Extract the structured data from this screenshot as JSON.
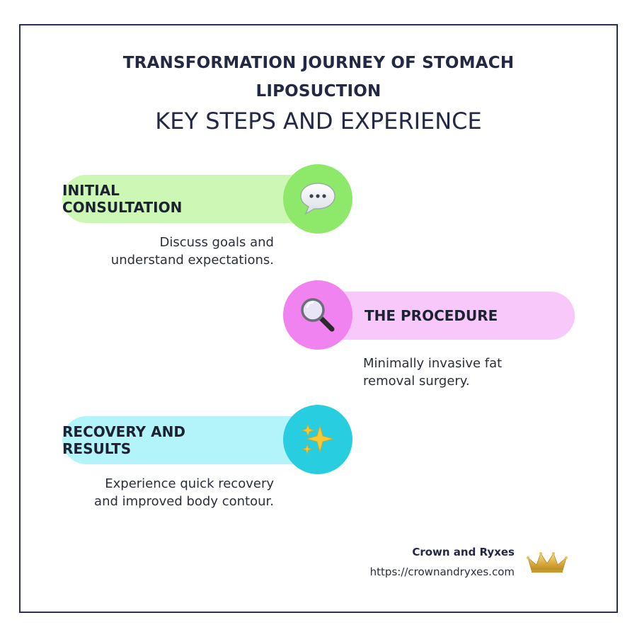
{
  "title_line1": "TRANSFORMATION JOURNEY OF STOMACH",
  "title_line2": "LIPOSUCTION",
  "subtitle": "KEY STEPS AND EXPERIENCE",
  "steps": [
    {
      "label": "INITIAL CONSULTATION",
      "icon": "speech-bubble-icon",
      "desc_line1": "Discuss goals and",
      "desc_line2": "understand expectations.",
      "pill_color": "#ccf7b5",
      "circle_color": "#8ee86a"
    },
    {
      "label": "THE PROCEDURE",
      "icon": "magnifying-glass-icon",
      "desc_line1": "Minimally invasive fat",
      "desc_line2": "removal surgery.",
      "pill_color": "#f9c8fb",
      "circle_color": "#f083ef"
    },
    {
      "label": "RECOVERY AND RESULTS",
      "icon": "sparkles-icon",
      "desc_line1": "Experience quick recovery",
      "desc_line2": "and improved body contour.",
      "pill_color": "#b3f4fb",
      "circle_color": "#28cde0"
    }
  ],
  "footer": {
    "brand": "Crown and Ryxes",
    "url": "https://crownandryxes.com",
    "logo_icon": "crown-icon"
  }
}
